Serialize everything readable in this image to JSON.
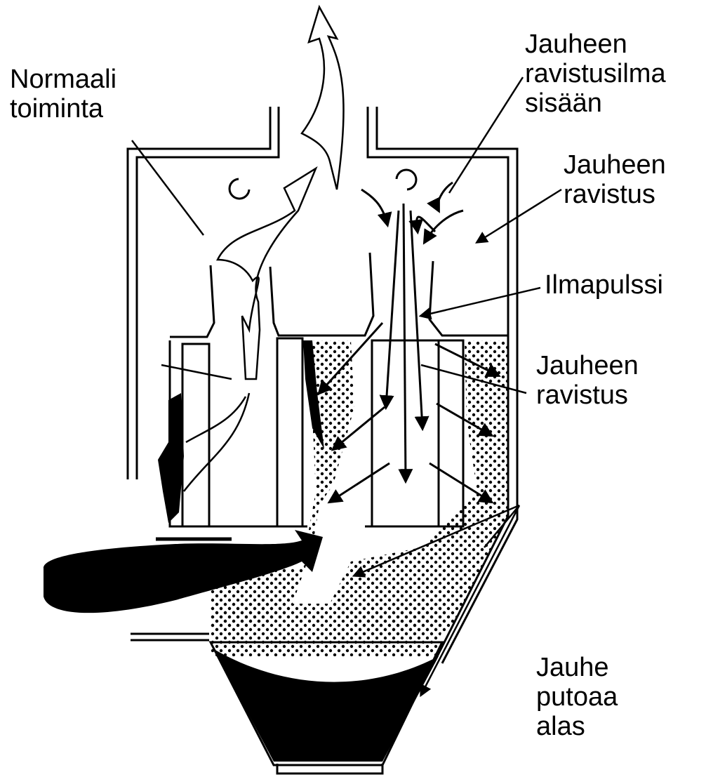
{
  "labels": {
    "normal_operation": [
      "Normaali",
      "toiminta"
    ],
    "pulse_air_in": [
      "Jauheen",
      "ravistusilma",
      "sisään"
    ],
    "powder_shaking_top": [
      "Jauheen",
      "ravistus"
    ],
    "air_pulse": [
      "Ilmapulssi"
    ],
    "powder_shaking_mid": [
      "Jauheen",
      "ravistus"
    ],
    "powder_falls": [
      "Jauhe",
      "putoaa",
      "alas"
    ]
  },
  "colors": {
    "ink": "#000000",
    "paper": "#ffffff"
  }
}
